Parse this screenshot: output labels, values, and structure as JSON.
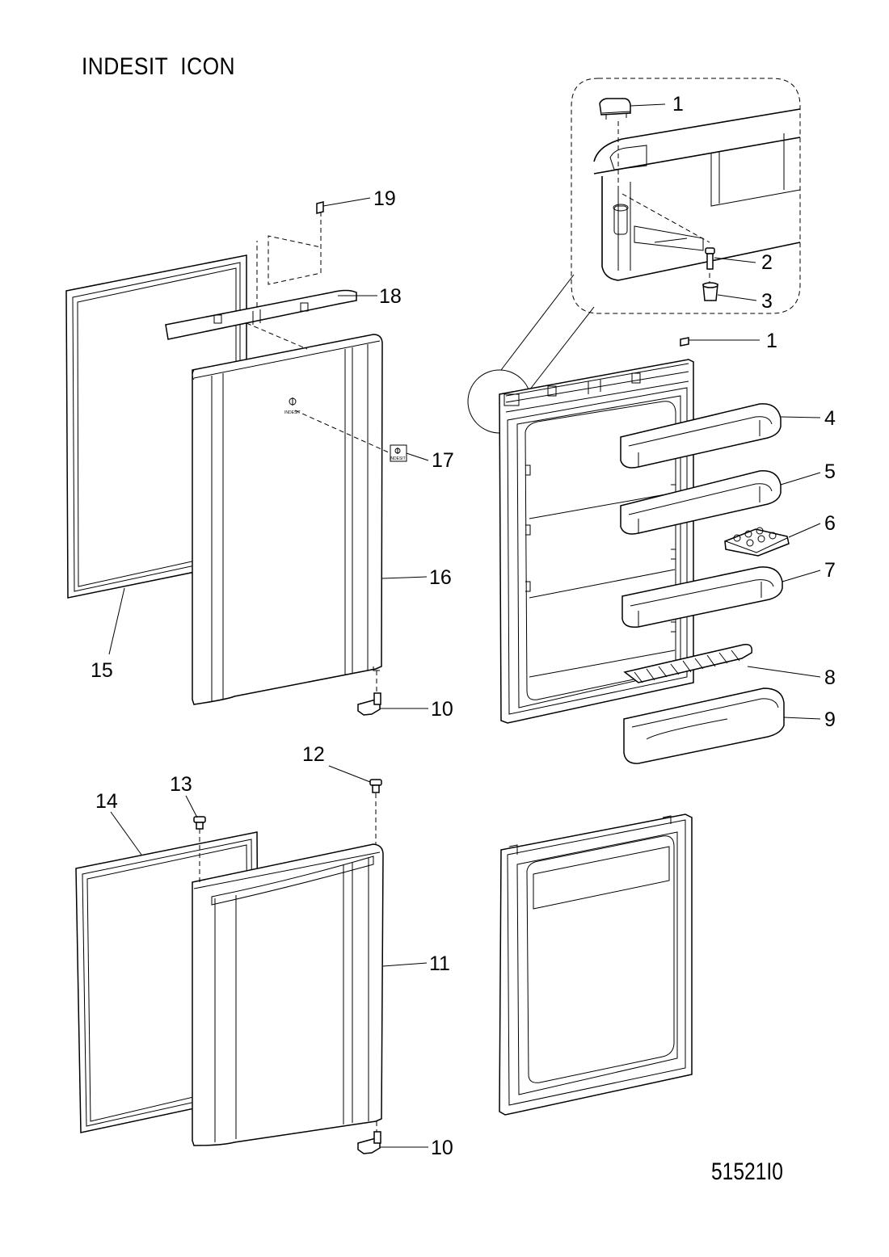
{
  "title": "INDESIT  ICON",
  "drawing_code": "51521I0",
  "callouts": {
    "p1a": "1",
    "p1b": "1",
    "p2": "2",
    "p3": "3",
    "p4": "4",
    "p5": "5",
    "p6": "6",
    "p7": "7",
    "p8": "8",
    "p9": "9",
    "p10a": "10",
    "p10b": "10",
    "p11": "11",
    "p12": "12",
    "p13": "13",
    "p14": "14",
    "p15": "15",
    "p16": "16",
    "p17": "17",
    "p18": "18",
    "p19": "19"
  },
  "logo_text": "INDESIT"
}
